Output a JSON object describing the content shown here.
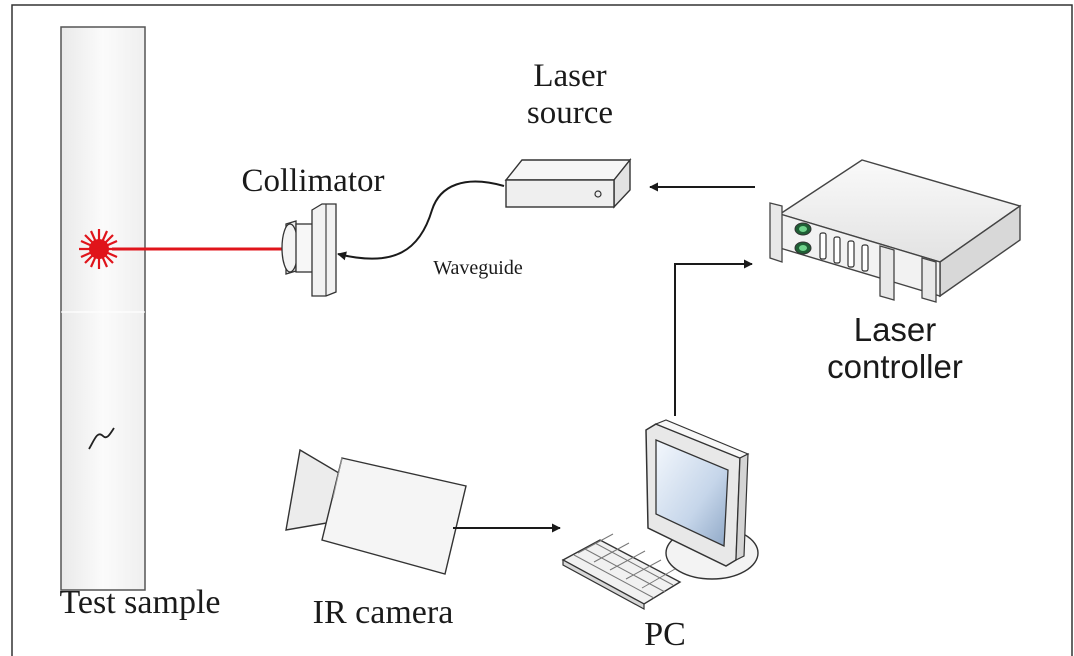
{
  "labels": {
    "laser_source_line1": "Laser",
    "laser_source_line2": "source",
    "collimator": "Collimator",
    "waveguide": "Waveguide",
    "laser_controller_line1": "Laser",
    "laser_controller_line2": "controller",
    "test_sample": "Test sample",
    "ir_camera": "IR camera",
    "pc": "PC"
  },
  "colors": {
    "laser_beam": "#e0141b",
    "line": "#1a1a1a",
    "border": "#333333"
  }
}
